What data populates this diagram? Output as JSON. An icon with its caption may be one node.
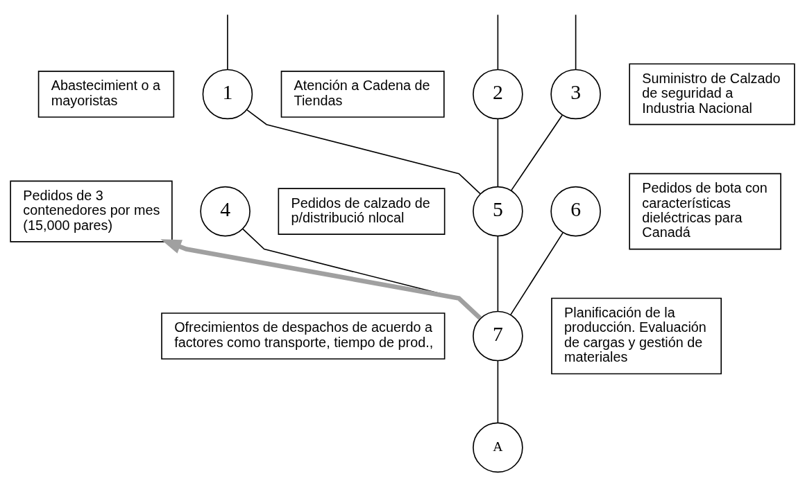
{
  "diagram": {
    "nodes": [
      {
        "text": [
          "Abastecimient o a mayoristas"
        ]
      },
      {
        "text": [
          "1"
        ]
      },
      {
        "text": [
          "Atención a Cadena de Tiendas"
        ]
      },
      {
        "text": [
          "2"
        ]
      },
      {
        "text": [
          "3"
        ]
      },
      {
        "text": [
          "Suministro de Calzado de seguridad a Industria Nacional"
        ]
      },
      {
        "text": [
          "Pedidos de 3 contenedores por mes (15,000 pares)"
        ]
      },
      {
        "text": [
          "4"
        ]
      },
      {
        "text": [
          "Pedidos de calzado de p/distribució nlocal"
        ]
      },
      {
        "text": [
          "5"
        ]
      },
      {
        "text": [
          "6"
        ]
      },
      {
        "text": [
          "Pedidos de bota con características  dieléctricas para Canadá"
        ]
      },
      {
        "text": [
          "7"
        ]
      },
      {
        "text": [
          "Planificación de la producción. Evaluación de cargas y gestión de materiales"
        ]
      },
      {
        "text": [
          "Ofrecimientos de despachos de acuerdo a factores como transporte, tiempo de prod.,"
        ]
      },
      {
        "text": [
          "A"
        ]
      }
    ],
    "edges": [
      {
        "from": null,
        "to": 1,
        "arrow": "none"
      },
      {
        "from": null,
        "to": 3,
        "arrow": "none"
      },
      {
        "from": null,
        "to": 4,
        "arrow": "none"
      },
      {
        "from": 1,
        "to": 9,
        "arrow": "none"
      },
      {
        "from": 3,
        "to": 9,
        "arrow": "none"
      },
      {
        "from": 4,
        "to": 9,
        "arrow": "none"
      },
      {
        "from": 7,
        "to": 12,
        "arrow": "none"
      },
      {
        "from": 9,
        "to": 12,
        "arrow": "none"
      },
      {
        "from": 10,
        "to": 12,
        "arrow": "none"
      },
      {
        "from": 12,
        "to": 15,
        "arrow": "none"
      },
      {
        "from": 12,
        "to": 6,
        "arrow": "to",
        "style": "thick",
        "color": "#a0a0a0"
      }
    ]
  }
}
